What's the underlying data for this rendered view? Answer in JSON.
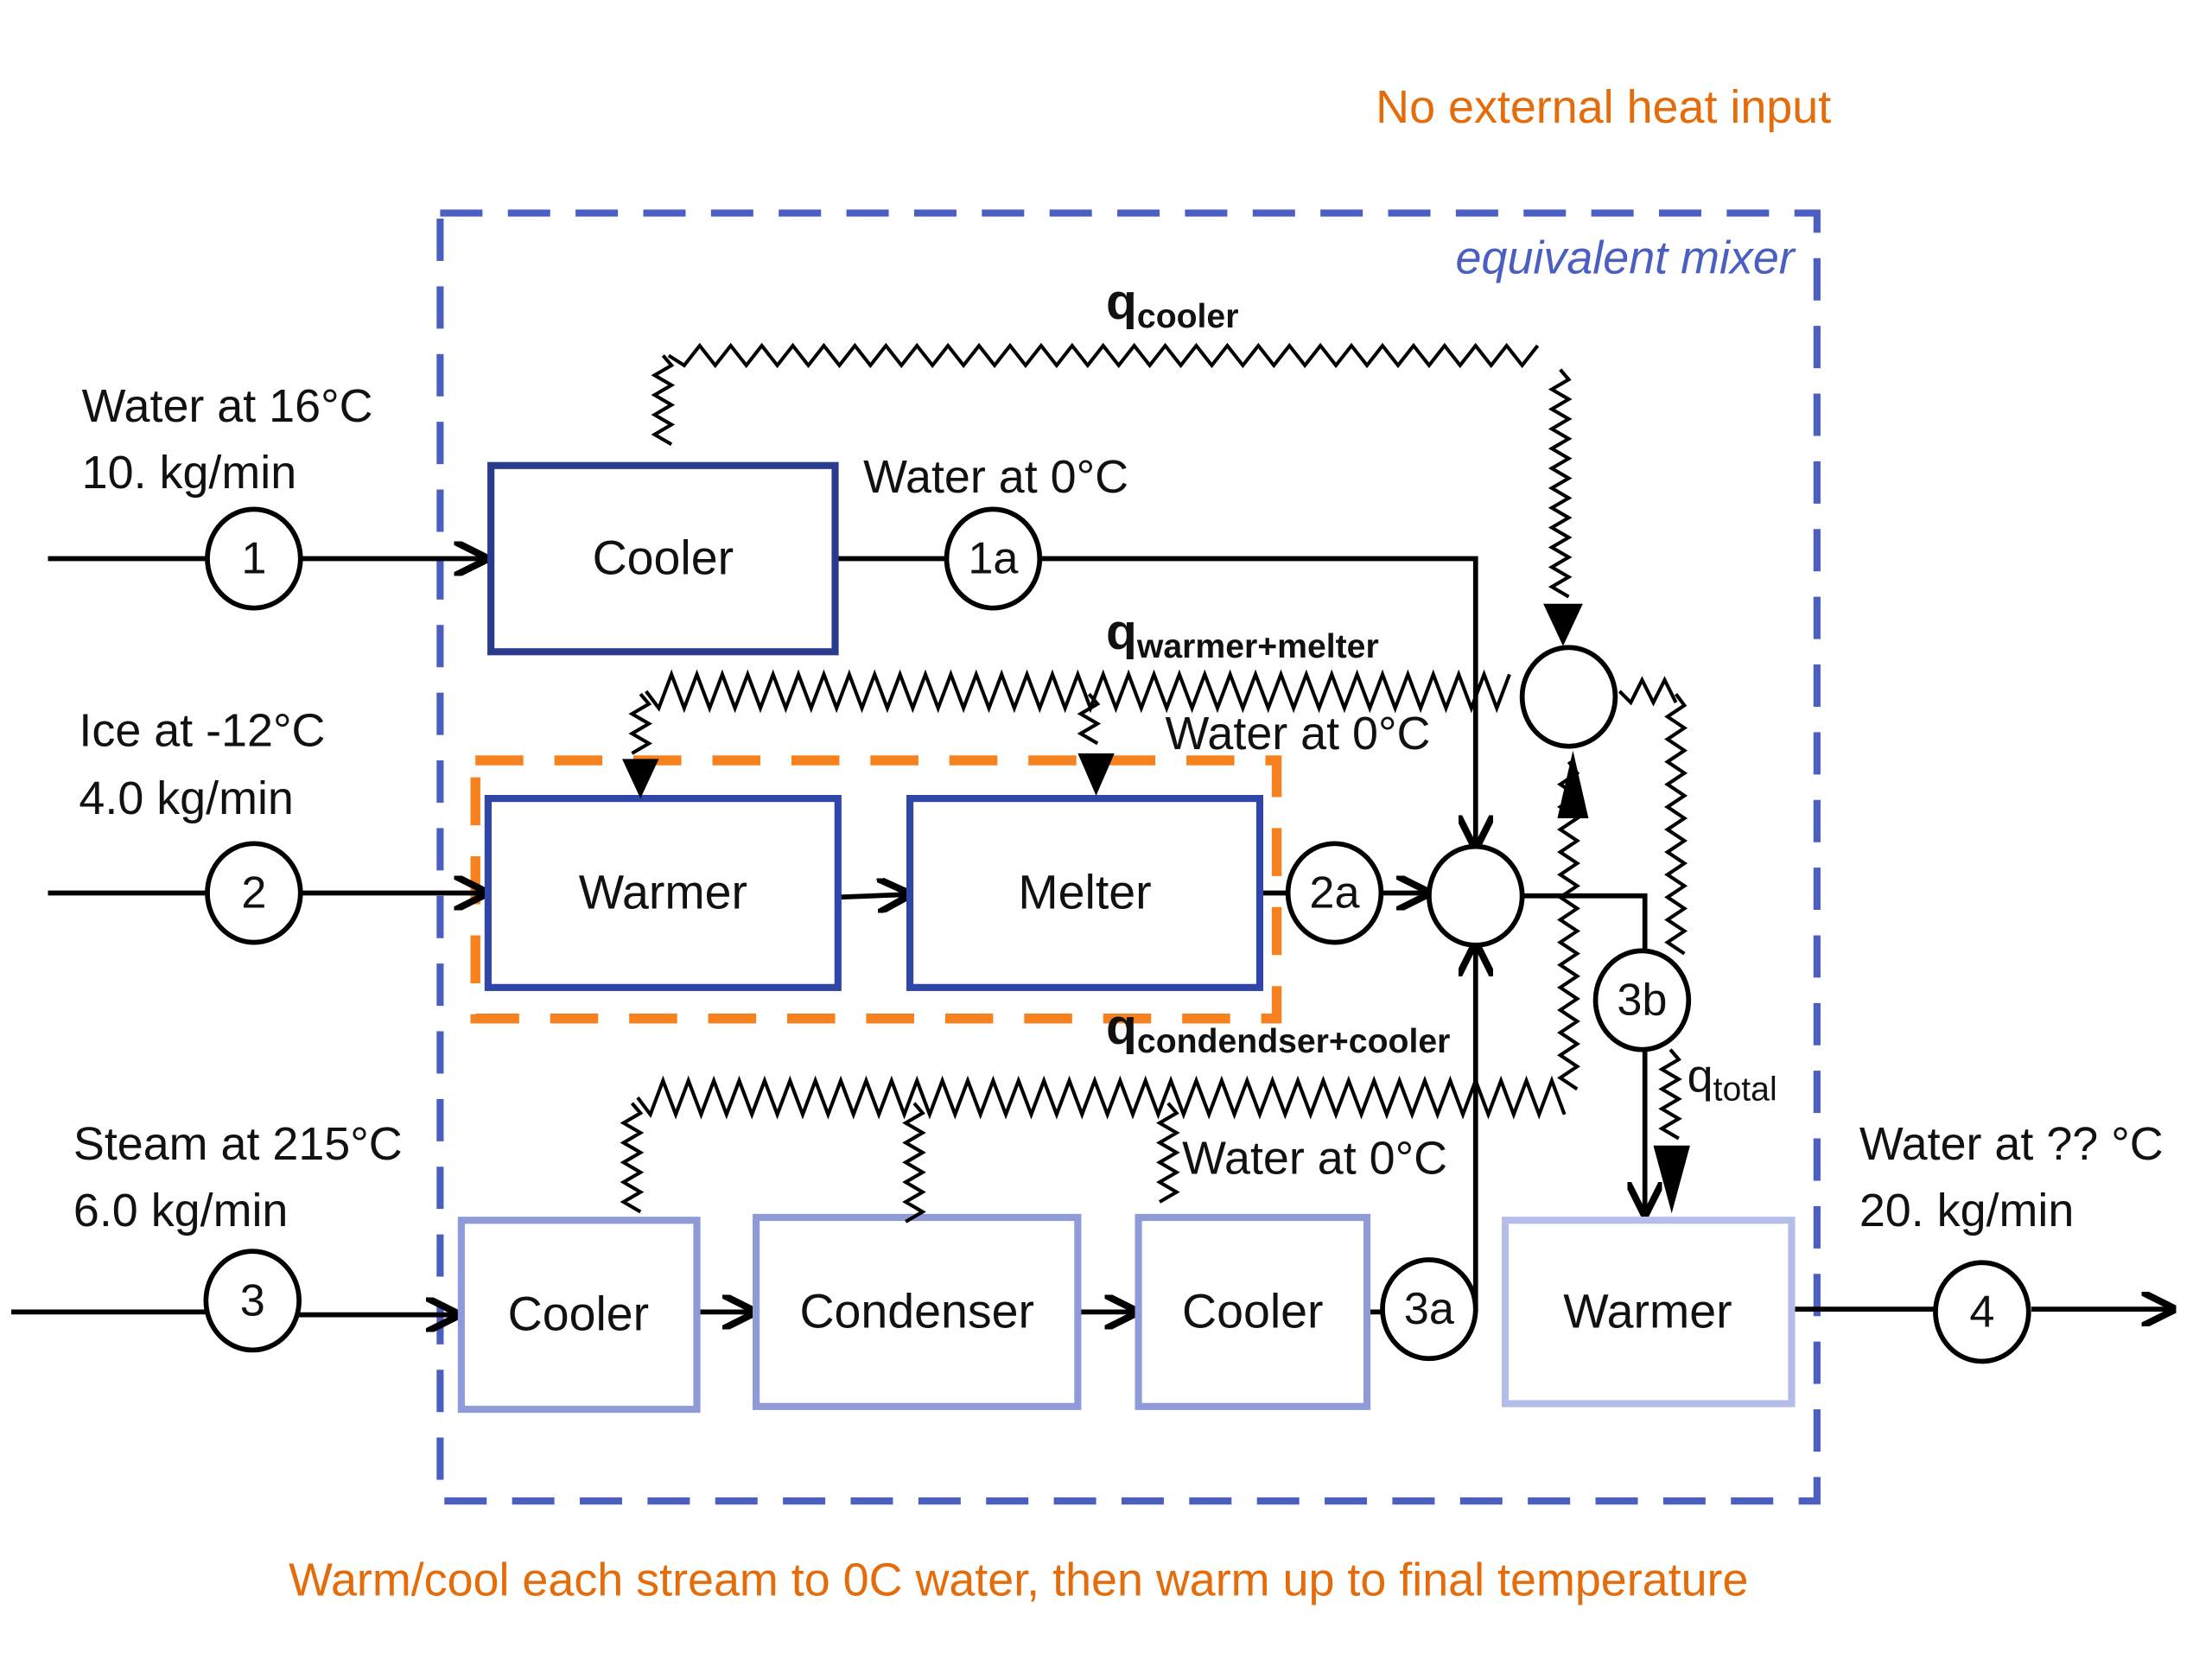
{
  "header": {
    "note_top": "No external heat input",
    "note_bottom": "Warm/cool each stream to 0C water, then warm up to final temperature"
  },
  "boundary": {
    "label": "equivalent mixer"
  },
  "colors": {
    "dark_blue": "#2a3a8c",
    "light_blue": "#8e9bd8",
    "lighter_blue": "#b3bde8",
    "boundary_blue": "#4a5fc1",
    "orange": "#f5821f",
    "note_orange": "#e46c0a"
  },
  "streams": {
    "s1": {
      "line1": "Water at 16°C",
      "line2": "10. kg/min",
      "node": "1"
    },
    "s2": {
      "line1": "Ice at -12°C",
      "line2": "4.0 kg/min",
      "node": "2"
    },
    "s3": {
      "line1": "Steam at 215°C",
      "line2": "6.0 kg/min",
      "node": "3"
    },
    "s4": {
      "line1": "Water at ?? °C",
      "line2": "20. kg/min",
      "node": "4"
    }
  },
  "nodes": {
    "n1a": "1a",
    "n2a": "2a",
    "n3a": "3a",
    "n3b": "3b"
  },
  "intermediate": {
    "w1a": "Water at 0°C",
    "w2a": "Water at 0°C",
    "w3a": "Water at 0°C"
  },
  "units": {
    "cooler1": "Cooler",
    "warmer": "Warmer",
    "melter": "Melter",
    "cooler3a": "Cooler",
    "condenser": "Condenser",
    "cooler3b": "Cooler",
    "final_warmer": "Warmer"
  },
  "heats": {
    "q_prefix": "q",
    "cooler": "cooler",
    "warmer_melter": "warmer+melter",
    "condenser_cooler": "condendser+cooler",
    "total": "total"
  }
}
